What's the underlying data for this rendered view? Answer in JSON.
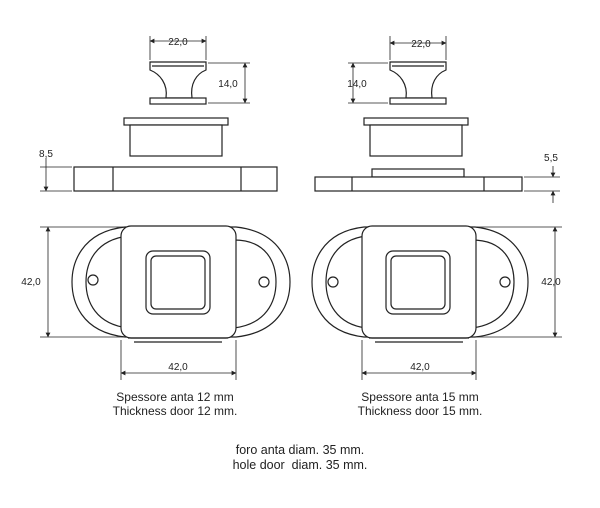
{
  "dimensions": {
    "left": {
      "knob_width": "22,0",
      "knob_height": "14,0",
      "plate_thickness": "8,5",
      "body_height": "42,0",
      "body_width": "42,0"
    },
    "right": {
      "knob_width": "22,0",
      "knob_height": "14,0",
      "plate_thickness": "5,5",
      "body_height": "42,0",
      "body_width": "42,0"
    }
  },
  "captions": {
    "left": {
      "line1": "Spessore anta 12 mm",
      "line2": "Thickness door 12 mm."
    },
    "right": {
      "line1": "Spessore anta 15 mm",
      "line2": "Thickness door 15 mm."
    },
    "bottom": {
      "line1": "foro anta diam. 35 mm.",
      "line2": "hole door  diam. 35 mm."
    }
  }
}
